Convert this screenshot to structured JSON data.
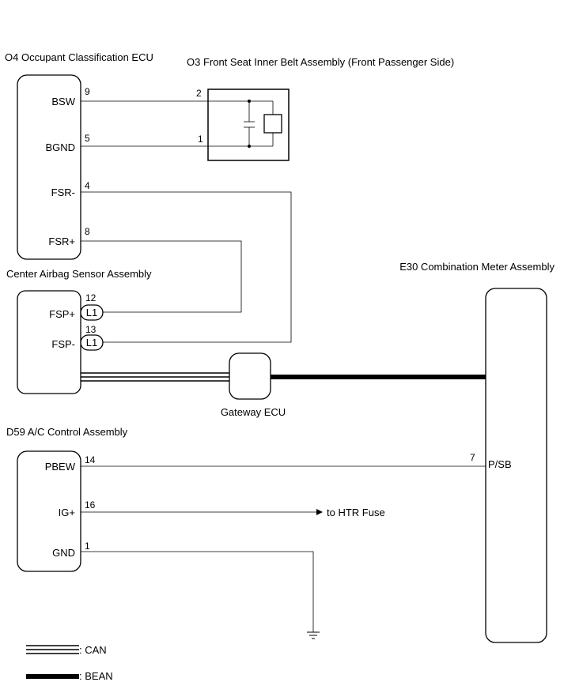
{
  "components": {
    "o4": {
      "title": "O4 Occupant Classification ECU",
      "pins": [
        "BSW",
        "BGND",
        "FSR-",
        "FSR+"
      ],
      "pin_numbers": [
        "9",
        "5",
        "4",
        "8"
      ]
    },
    "o3": {
      "title": "O3 Front Seat Inner Belt Assembly (Front Passenger Side)",
      "pin_numbers": [
        "2",
        "1"
      ]
    },
    "center_airbag": {
      "title": "Center Airbag Sensor Assembly",
      "pins": [
        "FSP+",
        "FSP-"
      ],
      "pin_numbers": [
        "12",
        "13"
      ],
      "connectors": [
        "L1",
        "L1"
      ]
    },
    "gateway": {
      "title": "Gateway ECU"
    },
    "e30": {
      "title": "E30 Combination Meter Assembly",
      "pin": "P/SB",
      "pin_number": "7"
    },
    "d59": {
      "title": "D59  A/C Control Assembly",
      "pins": [
        "PBEW",
        "IG+",
        "GND"
      ],
      "pin_numbers": [
        "14",
        "16",
        "1"
      ]
    },
    "htr": {
      "label": "to HTR Fuse"
    }
  },
  "legend": {
    "can_label": ": CAN",
    "bean_label": ": BEAN"
  }
}
